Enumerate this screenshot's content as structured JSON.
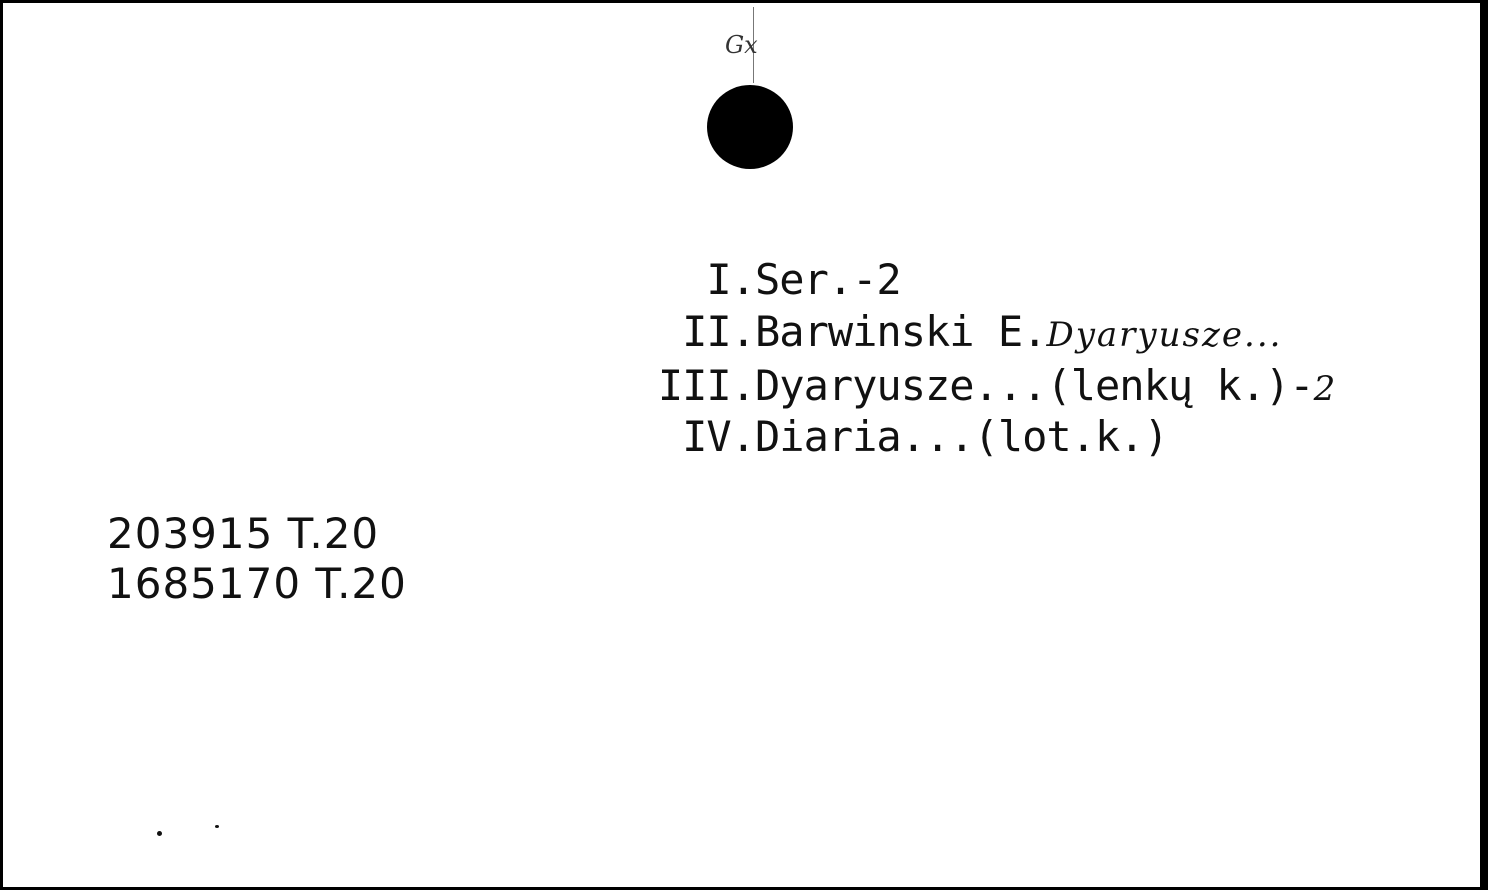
{
  "card": {
    "handwritten_annotation": "Gx",
    "entries": [
      {
        "numeral": "I.",
        "text": "Ser.-2",
        "handwritten": ""
      },
      {
        "numeral": "II.",
        "text": "Barwinski E.",
        "handwritten": "Dyaryusze..."
      },
      {
        "numeral": "III.",
        "text": "Dyaryusze...(lenkų k.)-",
        "handwritten": "2"
      },
      {
        "numeral": "IV.",
        "text": "Diaria...(lot.k.)",
        "handwritten": ""
      }
    ],
    "call_numbers": [
      "203915 T.20",
      "1685170 T.20"
    ],
    "colors": {
      "card": "#ffffff",
      "ink": "#111111",
      "border": "#000000"
    }
  }
}
